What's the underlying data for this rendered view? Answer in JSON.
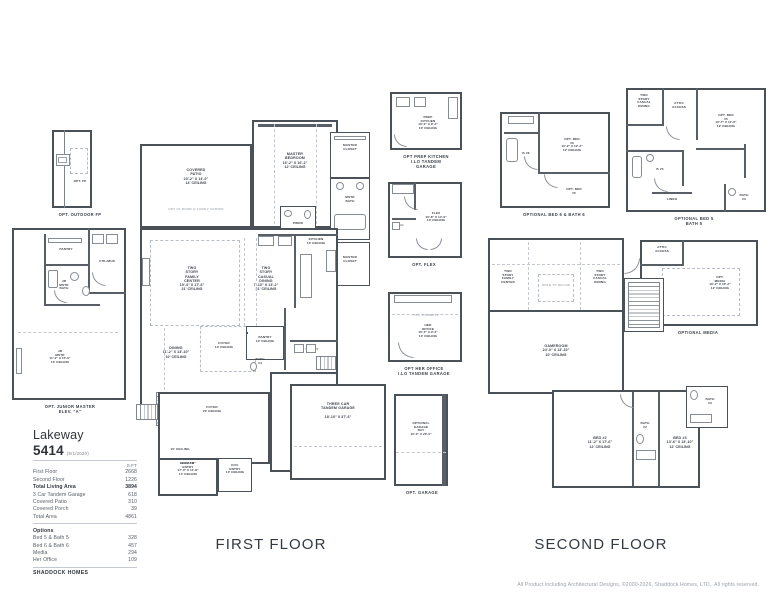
{
  "document": {
    "plan_name": "Lakeway",
    "plan_number": "5414",
    "plan_date": "(9/1/2020)",
    "brand": "SHADDOCK HOMES",
    "copyright": "All Product including Architectural Designs, ©2000-2026, Shaddock Homes, LTD., All rights reserved."
  },
  "sections": {
    "first_floor_title": "FIRST FLOOR",
    "second_floor_title": "SECOND FLOOR"
  },
  "area_table": {
    "unit_header": "S.FT",
    "rows": [
      {
        "label": "First Floor",
        "value": "2668",
        "total": false
      },
      {
        "label": "Second Floor",
        "value": "1226",
        "total": false
      },
      {
        "label": "Total Living Area",
        "value": "3894",
        "total": true
      },
      {
        "label": "3 Car Tandem Garage",
        "value": "618",
        "total": false
      },
      {
        "label": "Covered Patio",
        "value": "310",
        "total": false
      },
      {
        "label": "Covered Porch",
        "value": "39",
        "total": false
      },
      {
        "label": "Total Area",
        "value": "4861",
        "total": false
      }
    ]
  },
  "options_table": {
    "heading": "Options",
    "rows": [
      {
        "label": "Bed 5 & Bath 5",
        "value": "328"
      },
      {
        "label": "Bed 6 & Bath 6",
        "value": "457"
      },
      {
        "label": "Media",
        "value": "294"
      },
      {
        "label": "Her Office",
        "value": "109"
      }
    ]
  },
  "first_floor": {
    "rooms": [
      {
        "name": "COVERED PATIO",
        "dim": "23'-2\" X 14'-0\"",
        "ceiling": "14' CEILING"
      },
      {
        "name": "MASTER BEDROOM",
        "dim": "16'-2\" X 16'-2\"",
        "ceiling": "12' CEILING"
      },
      {
        "name": "MSTR BATH",
        "dim": "",
        "ceiling": ""
      },
      {
        "name": "MASTER CLOSET",
        "dim": "",
        "ceiling": ""
      },
      {
        "name": "MASTER CLOSET 2",
        "dim": "",
        "ceiling": ""
      },
      {
        "name": "PWDR",
        "dim": "",
        "ceiling": ""
      },
      {
        "name": "KITCHEN",
        "dim": "",
        "ceiling": "10' CEILING"
      },
      {
        "name": "TWO STORY FAMILY CENTER",
        "dim": "19'-4\" X 17'-6\"",
        "ceiling": "21' CEILING"
      },
      {
        "name": "TWO STORY CASUAL DINING",
        "dim": "7'-10\" X 13'-2\"",
        "ceiling": "21' CEILING"
      },
      {
        "name": "DINING",
        "dim": "11'-2\" X 13'-10\"",
        "ceiling": "10' CEILING"
      },
      {
        "name": "PANTRY",
        "dim": "",
        "ceiling": "10' CEILING"
      },
      {
        "name": "BATH #4",
        "dim": "",
        "ceiling": ""
      },
      {
        "name": "UTILITY",
        "dim": "",
        "ceiling": ""
      },
      {
        "name": "FOYER",
        "dim": "",
        "ceiling": "10' CEILING"
      },
      {
        "name": "FOYER 2",
        "dim": "",
        "ceiling": "20' CEILING"
      },
      {
        "name": "BED #4",
        "dim": "11'-2\" X 16'-2\"",
        "ceiling": "10' CEILING"
      },
      {
        "name": "THREE CAR TANDEM GARAGE",
        "dim": "18'-10\" X 37'-6\"",
        "ceiling": ""
      },
      {
        "name": "RAISED ENTRY",
        "dim": "17'-0\" X 11'-8\"",
        "ceiling": "14' CEILING"
      },
      {
        "name": "COV. ENTRY",
        "dim": "",
        "ceiling": "10' CEILING"
      }
    ],
    "labels": {
      "covered_patio": "COVERED",
      "patio_word": "PATIO",
      "patio_dim": "23'-2\" X 14'-0\"",
      "patio_ceiling": "14' CEILING",
      "opt_door_note": "OPT 16' DOOR @ FAMILY CENTER",
      "master_l1": "MASTER",
      "master_l2": "BEDROOM",
      "master_dim": "16'-2\" X 16'-2\"",
      "master_ceiling": "12' CEILING",
      "mstr_bath_l1": "MSTR",
      "mstr_bath_l2": "BATH",
      "master_closet_l1": "MASTER",
      "master_closet_l2": "CLOSET",
      "pwdr": "PWDR",
      "kitchen": "KITCHEN",
      "kitchen_ceiling": "10' CEILING",
      "family_l1": "TWO",
      "family_l2": "STORY",
      "family_l3": "FAMILY",
      "family_l4": "CENTER",
      "family_dim": "19'-4\" X 17'-6\"",
      "family_ceiling": "21' CEILING",
      "casual_l1": "TWO",
      "casual_l2": "STORY",
      "casual_l3": "CASUAL",
      "casual_l4": "DINING",
      "casual_dim": "7'-10\" X 13'-2\"",
      "casual_ceiling": "21' CEILING",
      "dining": "DINING",
      "dining_dim": "11'-2\" X 13'-10\"",
      "dining_ceiling": "10' CEILING",
      "pantry": "PANTRY",
      "pantry_ceiling": "10' CEILING",
      "bath4_l1": "BATH",
      "bath4_l2": "#4",
      "utility": "UTILITY",
      "foyer": "FOYER",
      "foyer_ceiling": "10' CEILING",
      "foyer2": "FOYER",
      "foyer2_ceiling": "20' CEILING",
      "bed4": "BED #4",
      "bed4_dim": "11'-2\" X 16'-2\"",
      "bed4_ceiling": "10' CEILING",
      "garage_l1": "THREE CAR",
      "garage_l2": "TANDEM GARAGE",
      "garage_dim": "18'-10\" X 37'-6\"",
      "raised_l1": "RAISED",
      "raised_l2": "ENTRY",
      "raised_dim": "17'-0\" X 11'-8\"",
      "raised_ceiling": "14' CEILING",
      "cov_l1": "COV.",
      "cov_l2": "ENTRY",
      "cov_ceiling": "10' CEILING",
      "ceiling10": "10' CEILING"
    }
  },
  "first_floor_options": {
    "outdoor_fp": {
      "caption": "OPT. OUTDOOR FP",
      "inner": "OPT. FP"
    },
    "junior_master": {
      "caption_l1": "OPT. JUNIOR MASTER",
      "caption_l2": "ELEV. \"A\"",
      "pantry": "PANTRY",
      "utility": "UTIL/MUD",
      "jr_l1": "JR",
      "jr_l2": "MSTR",
      "jr_l3": "BATH",
      "jr_bed_l1": "JR",
      "jr_bed_l2": "MSTR",
      "jr_bed_dim": "11'-2\" X 15'-0\"",
      "jr_bed_ceiling": "10' CEILING"
    },
    "prep_kitchen": {
      "caption_l1": "OPT PREP KITCHEN",
      "caption_l2": "I.LO TANDEM",
      "caption_l3": "GARAGE",
      "room_l1": "PREP",
      "room_l2": "KITCHEN",
      "dim": "10'-0\" X 9'-2\"",
      "ceiling": "10' CEILING"
    },
    "flex": {
      "caption": "OPT. FLEX",
      "room": "FLEX",
      "dim": "10'-8\" X 14'-6\"",
      "ceiling": "10' CEILING",
      "closet": "LI"
    },
    "her_office": {
      "caption_l1": "OPT HER OFFICE",
      "caption_l2": "I.LO TANDEM GARAGE",
      "room_l1": "HER",
      "room_l2": "OFFICE",
      "dim": "10'-4\" X 9'-2\"",
      "ceiling": "10' CEILING",
      "note": "OPT. CABINETS"
    },
    "garage_bay": {
      "caption": "OPT. GARAGE",
      "room_l1": "OPTIONAL",
      "room_l2": "GARAGE",
      "room_l3": "BAY",
      "dim": "10'-0\" X 20'-0\""
    }
  },
  "second_floor": {
    "rooms": [
      {
        "name": "GAMEROOM",
        "dim": "24'-0\" X 13'-10\"",
        "ceiling": "10' CEILING"
      },
      {
        "name": "BED #2",
        "dim": "11'-2\" X 17'-6\"",
        "ceiling": "12' CEILING"
      },
      {
        "name": "BED #3",
        "dim": "13'-6\" X 13'-10\"",
        "ceiling": "12' CEILING"
      },
      {
        "name": "BATH #2",
        "dim": "",
        "ceiling": ""
      },
      {
        "name": "BATH #3",
        "dim": "",
        "ceiling": ""
      }
    ],
    "labels": {
      "gameroom": "GAMEROOM",
      "gameroom_dim": "24'-0\" X 13'-10\"",
      "gameroom_ceiling": "10' CEILING",
      "family_l1": "TWO",
      "family_l2": "STORY",
      "family_l3": "FAMILY",
      "family_l4": "CENTER",
      "casual_l1": "TWO",
      "casual_l2": "STORY",
      "casual_l3": "CASUAL",
      "casual_l4": "DINING",
      "open_below": "OPEN TO BELOW",
      "bed2": "BED #2",
      "bed2_dim": "11'-2\" X 17'-6\"",
      "bed2_ceiling": "12' CEILING",
      "bed3": "BED #3",
      "bed3_dim": "13'-6\" X 13'-10\"",
      "bed3_ceiling": "12' CEILING",
      "bath2_l1": "BATH",
      "bath2_l2": "#2",
      "bath3_l1": "BATH",
      "bath3_l2": "#3"
    }
  },
  "second_floor_options": {
    "bed6_bath6": {
      "caption": "OPTIONAL BED 6 & BATH 6",
      "bed6_l1": "OPT. BED",
      "bed6_l2": "#6",
      "bed6_dim": "10'-2\" X 12'-2\"",
      "bed6_ceiling": "12' CEILING",
      "bath6": "B #6",
      "bed5_l1": "OPT. BED",
      "bed5_l2": "#5"
    },
    "bed5_bath5": {
      "caption_l1": "OPTIONAL BED 5",
      "caption_l2": "BATH 5",
      "casual_l1": "TWO",
      "casual_l2": "STORY",
      "casual_l3": "CASUAL",
      "casual_l4": "DINING",
      "attic_l1": "ATTIC",
      "attic_l2": "ACCESS",
      "bed5_l1": "OPT. BED",
      "bed5_l2": "#5",
      "bed5_dim": "10'-7\" X 11'-6\"",
      "bed5_ceiling": "12' CEILING",
      "bath5": "B #5",
      "linen": "LINEN",
      "bath3_l1": "BATH",
      "bath3_l2": "#3"
    },
    "media": {
      "caption": "OPTIONAL MEDIA",
      "attic_l1": "ATTIC",
      "attic_l2": "ACCESS",
      "room_l1": "OPT.",
      "room_l2": "MEDIA",
      "dim": "16'-2\" X 16'-2\"",
      "ceiling": "12' CEILING"
    },
    "bath3_alt": {
      "bath_l1": "BATH",
      "bath_l2": "#3"
    }
  }
}
